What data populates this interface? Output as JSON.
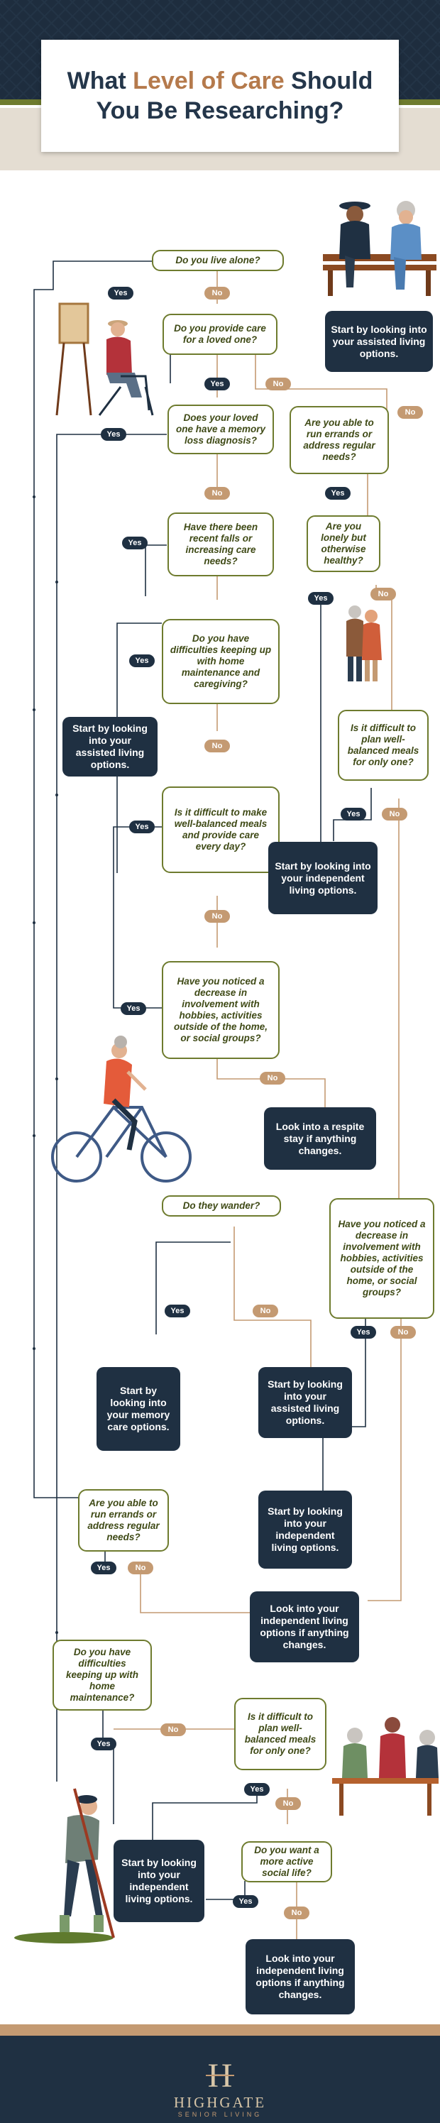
{
  "header": {
    "title_part1": "What ",
    "title_highlight": "Level of Care",
    "title_part2": " Should",
    "title_line2": "You Be Researching?"
  },
  "labels": {
    "yes": "Yes",
    "no": "No"
  },
  "nodes": {
    "q_live_alone": "Do you live alone?",
    "q_provide_care": "Do you provide care for a loved one?",
    "a_assisted_top": "Start by looking into your assisted living options.",
    "q_memory_loss": "Does your loved one have a memory loss diagnosis?",
    "q_run_errands_1": "Are you able to run errands or address regular needs?",
    "q_falls": "Have there been recent falls or increasing care needs?",
    "q_lonely": "Are you lonely but otherwise healthy?",
    "q_home_maintenance_caregiving": "Do you have difficulties keeping up with home maintenance and caregiving?",
    "a_assisted_left": "Start by looking into your assisted living options.",
    "q_meals_only_one_1": "Is it difficult to plan well-balanced meals for only one?",
    "q_meals_care_daily": "Is it difficult to make well-balanced meals and provide care every day?",
    "a_independent_1": "Start by looking into your independent living options.",
    "q_decrease_involvement_1": "Have you noticed a decrease in involvement with hobbies, activities outside of the home, or social groups?",
    "a_respite": "Look into a respite stay if anything changes.",
    "q_wander": "Do they wander?",
    "q_decrease_involvement_2": "Have you noticed a decrease in involvement with hobbies, activities outside of the home, or social groups?",
    "a_memory_care": "Start by looking into your memory care options.",
    "a_assisted_mid": "Start by looking into your assisted living options.",
    "a_independent_2": "Start by looking into your independent living options.",
    "q_run_errands_2": "Are you able to run errands or address regular needs?",
    "a_independent_if_changes_1": "Look into your independent living options if anything changes.",
    "q_home_maintenance": "Do you have difficulties keeping up with home maintenance?",
    "q_meals_only_one_2": "Is it difficult to plan well-balanced meals for only one?",
    "a_independent_3": "Start by looking into your independent living options.",
    "q_social_life": "Do you want a more active social life?",
    "a_independent_if_changes_2": "Look into your independent living options if anything changes."
  },
  "footer": {
    "brand_mark": "H",
    "brand_name": "HIGHGATE",
    "brand_tagline": "SENIOR LIVING"
  },
  "colors": {
    "navy": "#1f3042",
    "olive": "#6e7b2e",
    "tan": "#c49a72",
    "title_highlight": "#b57a4c"
  }
}
